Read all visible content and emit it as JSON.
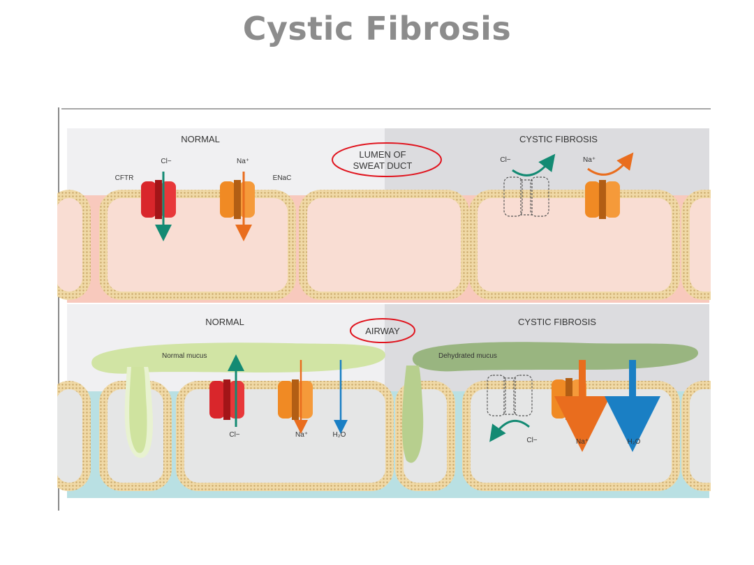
{
  "title": "Cystic Fibrosis",
  "sweat": {
    "normal_label": "NORMAL",
    "cf_label": "CYSTIC FIBROSIS",
    "lumen_line1": "LUMEN OF",
    "lumen_line2": "SWEAT DUCT",
    "cftr_label": "CFTR",
    "enac_label": "ENaC",
    "cl": "Cl−",
    "na": "Na⁺"
  },
  "airway": {
    "normal_label": "NORMAL",
    "cf_label": "CYSTIC FIBROSIS",
    "airway_label": "AIRWAY",
    "normal_mucus": "Normal mucus",
    "dehydrated_mucus": "Dehydrated mucus",
    "cl": "Cl−",
    "na": "Na⁺",
    "h2o": "H₂O"
  },
  "colors": {
    "cftr": "#d9262b",
    "enac": "#f08a24",
    "chloride_arrow": "#138a73",
    "sodium_arrow": "#e96d1e",
    "water_arrow": "#1a7fc4",
    "annotation_circle": "#e0141e",
    "normal_mucus": "#cfe39f",
    "dehydrated_mucus": "#95b27a"
  }
}
